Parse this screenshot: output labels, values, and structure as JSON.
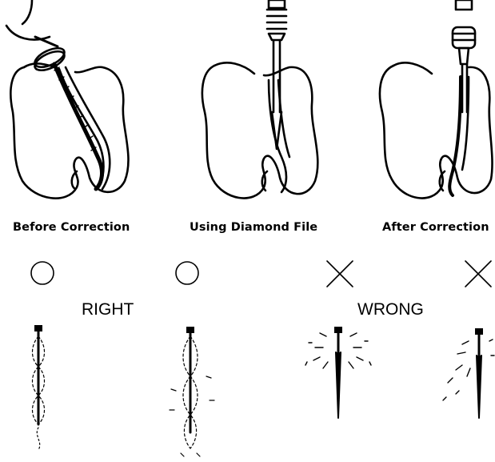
{
  "panels": [
    {
      "caption": "Before Correction"
    },
    {
      "caption": "Using Diamond File"
    },
    {
      "caption": "After Correction"
    }
  ],
  "verdicts": {
    "right_label": "RIGHT",
    "wrong_label": "WRONG"
  },
  "marks": [
    "circle",
    "circle",
    "cross",
    "cross"
  ],
  "line_color": "#000000",
  "background_color": "#ffffff"
}
